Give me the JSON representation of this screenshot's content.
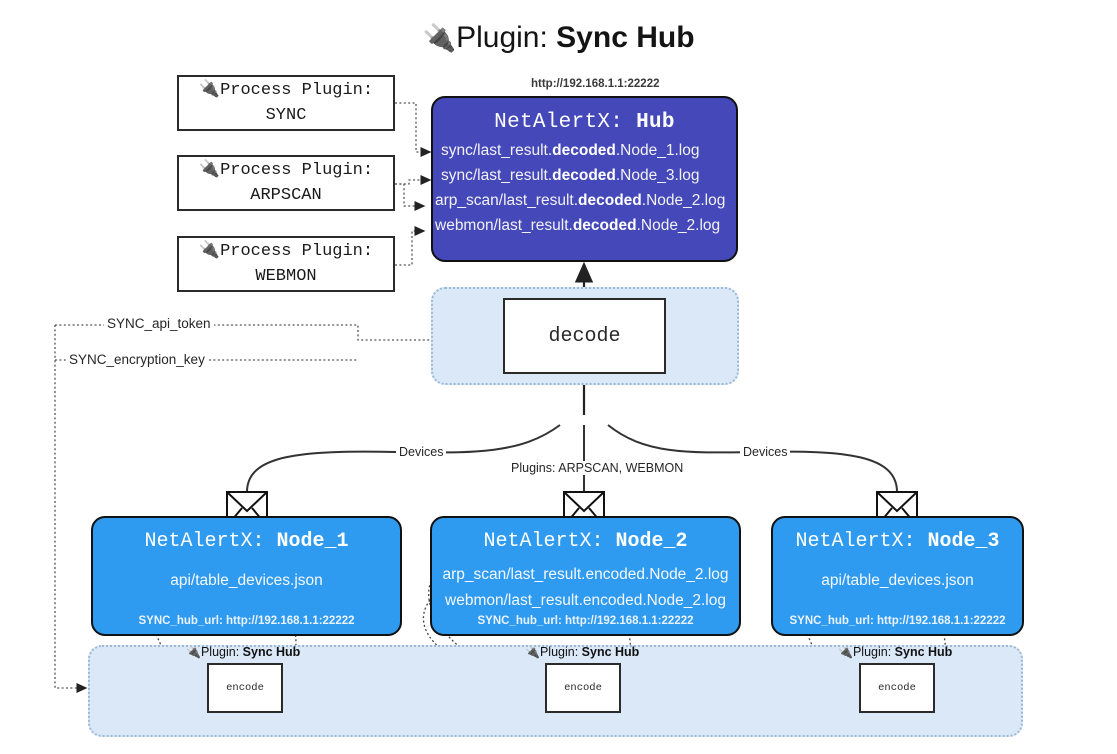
{
  "title": {
    "icon": "plug-icon",
    "icon_glyph": "🔌",
    "lead": "Plugin: ",
    "strong": "Sync Hub"
  },
  "colors": {
    "hub": "#4548b8",
    "node": "#2e9bf0",
    "container": "#dae8f8",
    "border": "#111111",
    "container_border": "#9db9d4"
  },
  "process_plugins": [
    {
      "icon_glyph": "🔌",
      "line1": "Process Plugin:",
      "line2": "SYNC"
    },
    {
      "icon_glyph": "🔌",
      "line1": "Process Plugin:",
      "line2": "ARPSCAN"
    },
    {
      "icon_glyph": "🔌",
      "line1": "Process Plugin:",
      "line2": "WEBMON"
    }
  ],
  "hub": {
    "address": "http://192.168.1.1:22222",
    "title_prefix": "NetAlertX: ",
    "title_name": "Hub",
    "logs": [
      {
        "pre": "sync/last_result.",
        "mid": "decoded",
        "post": ".Node_1.log"
      },
      {
        "pre": "sync/last_result.",
        "mid": "decoded",
        "post": ".Node_3.log"
      },
      {
        "pre": "arp_scan/last_result.",
        "mid": "decoded",
        "post": ".Node_2.log"
      },
      {
        "pre": "webmon/last_result.",
        "mid": "decoded",
        "post": ".Node_2.log"
      }
    ]
  },
  "decode": {
    "label": "decode"
  },
  "keys": [
    {
      "label": "SYNC_api_token"
    },
    {
      "label": "SYNC_encryption_key"
    }
  ],
  "wire_labels": {
    "devices_left": "Devices",
    "plugins_center": "Plugins: ARPSCAN, WEBMON",
    "devices_right": "Devices"
  },
  "nodes": [
    {
      "title_prefix": "NetAlertX: ",
      "title_name": "Node_1",
      "lines": [
        "api/table_devices.json"
      ],
      "footer": "SYNC_hub_url: http://192.168.1.1:22222",
      "envelope_icon": "envelope-icon"
    },
    {
      "title_prefix": "NetAlertX: ",
      "title_name": "Node_2",
      "lines": [
        "arp_scan/last_result.encoded.Node_2.log",
        "webmon/last_result.encoded.Node_2.log"
      ],
      "footer": "SYNC_hub_url: http://192.168.1.1:22222",
      "envelope_icon": "envelope-icon"
    },
    {
      "title_prefix": "NetAlertX: ",
      "title_name": "Node_3",
      "lines": [
        "api/table_devices.json"
      ],
      "footer": "SYNC_hub_url: http://192.168.1.1:22222",
      "envelope_icon": "envelope-icon"
    }
  ],
  "encoders": [
    {
      "tag_icon": "🔌",
      "tag_lead": "Plugin: ",
      "tag_strong": "Sync Hub",
      "label": "encode"
    },
    {
      "tag_icon": "🔌",
      "tag_lead": "Plugin: ",
      "tag_strong": "Sync Hub",
      "label": "encode"
    },
    {
      "tag_icon": "🔌",
      "tag_lead": "Plugin: ",
      "tag_strong": "Sync Hub",
      "label": "encode"
    }
  ]
}
